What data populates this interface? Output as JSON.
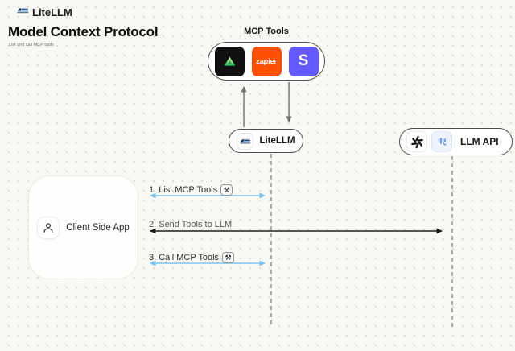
{
  "header": {
    "brand": "LiteLLM",
    "title": "Model Context Protocol",
    "subtitle": "List and call MCP tools"
  },
  "mcp_tools": {
    "label": "MCP Tools",
    "icons": [
      {
        "name": "green-triangle-tool-icon"
      },
      {
        "name": "zapier-icon",
        "label": "zapier"
      },
      {
        "name": "stripe-icon",
        "label": "S"
      }
    ]
  },
  "nodes": {
    "litellm": {
      "label": "LiteLLM"
    },
    "llm_api": {
      "label": "LLM API"
    },
    "client": {
      "label": "Client Side App"
    }
  },
  "messages": [
    {
      "label": "1. List MCP Tools",
      "tools_badge": true,
      "arrow": "blue-double-headed"
    },
    {
      "label": "2. Send Tools to LLM",
      "tools_badge": false,
      "arrow": "dark-double-headed"
    },
    {
      "label": "3. Call MCP Tools",
      "tools_badge": true,
      "arrow": "blue-double-headed"
    }
  ],
  "tools_icon_glyph": "⚒",
  "colors": {
    "canvas_bg": "#f8f8f5",
    "dot": "#dcdcd6",
    "arrow_blue": "#7ec3ee",
    "arrow_dark": "#1e1e1e",
    "lifeline_gray": "#a5a5a1",
    "connector_gray": "#6e6e6e",
    "pill_border_dark": "#4f4f4f",
    "zapier_orange": "#ff4f00",
    "stripe_purple": "#635bff",
    "tool_black": "#101010"
  }
}
